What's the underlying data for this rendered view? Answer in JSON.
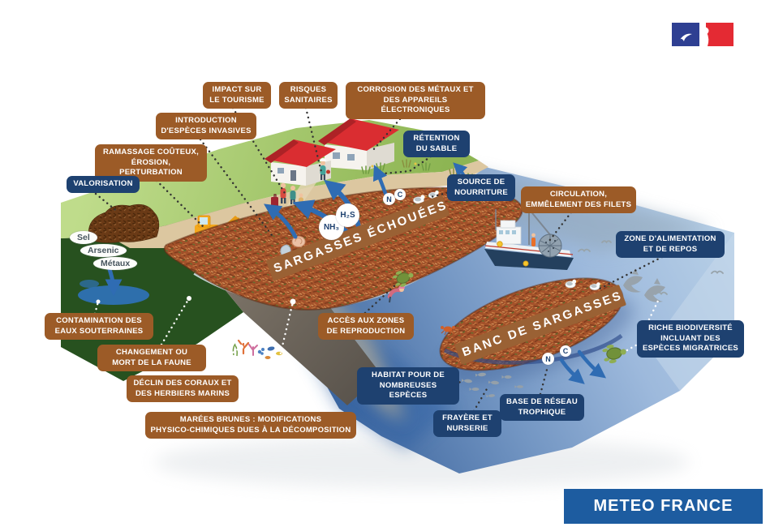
{
  "banners": {
    "beached": "SARGASSES ÉCHOUÉES",
    "bank": "BANC DE SARGASSES"
  },
  "callouts": {
    "impact_tourisme": "IMPACT SUR\nLE TOURISME",
    "risques_sanitaires": "RISQUES\nSANITAIRES",
    "corrosion": "CORROSION DES MÉTAUX ET\nDES APPAREILS ÉLECTRONIQUES",
    "introduction_invasives": "INTRODUCTION\nD'ESPÈCES INVASIVES",
    "ramassage": "RAMASSAGE COÛTEUX,\nÉROSION, PERTURBATION",
    "valorisation": "VALORISATION",
    "retention_sable": "RÉTENTION\nDU SABLE",
    "source_nourriture": "SOURCE DE\nNOURRITURE",
    "circulation_filets": "CIRCULATION,\nEMMÊLEMENT DES FILETS",
    "zone_alimentation": "ZONE D'ALIMENTATION\nET DE REPOS",
    "riche_biodiversite": "RICHE BIODIVERSITÉ\nINCLUANT DES\nESPÈCES MIGRATRICES",
    "contamination": "CONTAMINATION DES\nEAUX SOUTERRAINES",
    "changement_faune": "CHANGEMENT OU\nMORT DE LA FAUNE",
    "declin_coraux": "DÉCLIN DES CORAUX ET\nDES HERBIERS MARINS",
    "marees_brunes": "MARÉES BRUNES : MODIFICATIONS\nPHYSICO-CHIMIQUES DUES À LA DÉCOMPOSITION",
    "acces_reproduction": "ACCÈS AUX ZONES\nDE REPRODUCTION",
    "habitat_especes": "HABITAT POUR DE\nNOMBREUSES ESPÈCES",
    "frayere_nurserie": "FRAYÈRE ET\nNURSERIE",
    "base_trophique": "BASE DE RÉSEAU\nTROPHIQUE"
  },
  "chips": {
    "sel": "Sel",
    "arsenic": "Arsenic",
    "metaux": "Métaux"
  },
  "molecules": {
    "nh3": "NH₃",
    "h2s": "H₂S",
    "n": "N",
    "c": "C"
  },
  "footer": {
    "meteo_france": "METEO FRANCE"
  },
  "colors": {
    "callout_brown": "#9c5b27",
    "callout_navy": "#1e4170",
    "banner_brown": "#9a6134",
    "meteo_blue": "#1d5ca0",
    "flag_blue": "#2e3f92",
    "flag_red": "#e42a33"
  }
}
